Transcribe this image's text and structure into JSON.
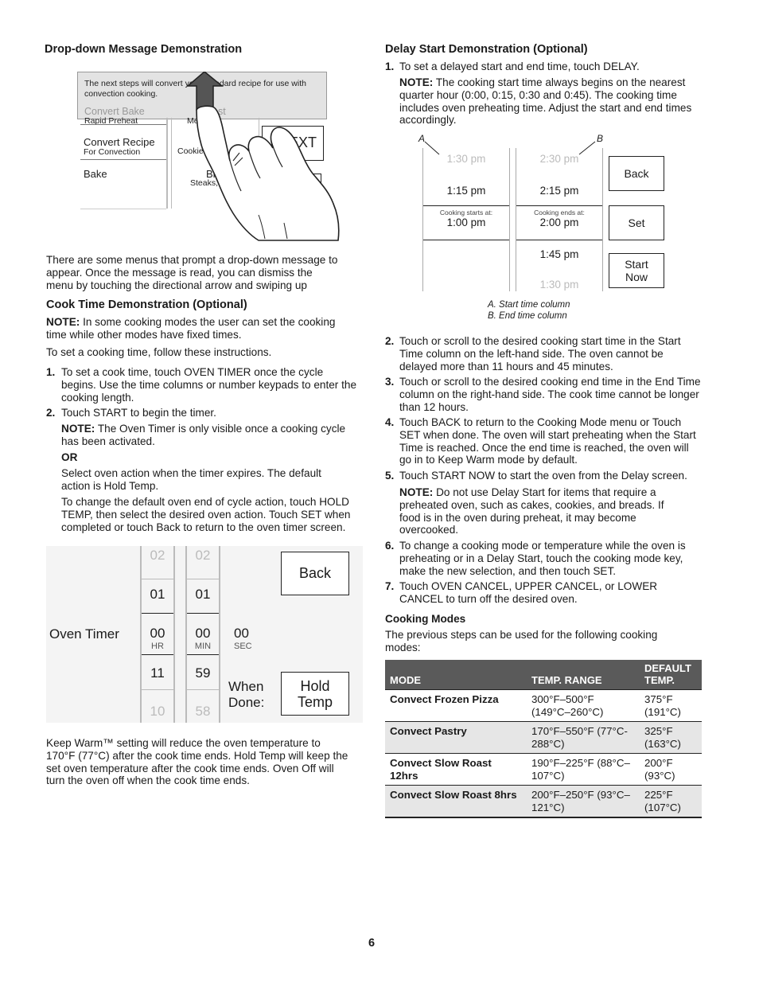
{
  "left": {
    "dropdown_heading": "Drop-down Message Demonstration",
    "fig1": {
      "msg": "The next steps will convert your standard recipe for use with convection cooking.",
      "convert_bake": "Convert Bake",
      "rapid_preheat": "Rapid Preheat",
      "roast": "ast",
      "meats_veggies": "Me       ggies",
      "convert_recipe": "Convert Recipe",
      "for_convection": "For Convection",
      "cookies": "Cookies,",
      "next": "EXT",
      "bake": "Bake",
      "broil": "Bro",
      "steaks": "Steaks,"
    },
    "dropdown_para": "There are some menus that prompt a drop-down message to appear. Once the message is read, you can dismiss the menu by touching the directional arrow and swiping up",
    "cooktime_heading": "Cook Time Demonstration (Optional)",
    "note_label": "NOTE:",
    "note1": " In some cooking modes the user can set the cooking time while other modes have fixed times.",
    "to_set": "To set a cooking time, follow these instructions.",
    "step1_num": "1.",
    "step1": "To set a cook time, touch OVEN TIMER once the cycle begins. Use the time columns or number keypads to enter the cooking length.",
    "step2_num": "2.",
    "step2": "Touch START to begin the timer.",
    "note2": " The Oven Timer is only visible once a cooking cycle has been activated.",
    "or": "OR",
    "select_action": "Select oven action when the timer expires. The default action is Hold Temp.",
    "change_action": "To change the default oven end of cycle action, touch HOLD TEMP, then select the desired oven action. Touch SET when completed or touch Back to return to the oven timer screen.",
    "timer": {
      "label": "Oven Timer",
      "hr": [
        "02",
        "01",
        "00",
        "11",
        "10"
      ],
      "min": [
        "02",
        "01",
        "00",
        "59",
        "58"
      ],
      "sec": "00",
      "hr_label": "HR",
      "min_label": "MIN",
      "sec_label": "SEC",
      "back": "Back",
      "when_done": "When Done:",
      "hold": "Hold",
      "temp": "Temp"
    },
    "keep_warm": "Keep Warm™ setting will reduce the oven temperature to 170°F (77°C) after the cook time ends. Hold Temp will keep the set oven temperature after the cook time ends. Oven Off will turn the oven off when the cook time ends."
  },
  "right": {
    "delay_heading": "Delay Start Demonstration (Optional)",
    "d1_num": "1.",
    "d1": "To set a delayed start and end time, touch DELAY.",
    "d1_note": " The cooking start time always begins on the nearest quarter hour (0:00, 0:15, 0:30 and 0:45). The cooking time includes oven preheating time. Adjust the start and end times accordingly.",
    "delay_fig": {
      "label_a": "A",
      "label_b": "B",
      "start_col": [
        "1:30 pm",
        "1:15 pm",
        "1:00 pm"
      ],
      "start_caption": "Cooking starts at:",
      "end_col": [
        "2:30 pm",
        "2:15 pm",
        "2:00 pm",
        "1:45 pm",
        "1:30 pm"
      ],
      "end_caption": "Cooking ends at:",
      "back": "Back",
      "set": "Set",
      "start_now_1": "Start",
      "start_now_2": "Now",
      "legend_a": "A. Start time column",
      "legend_b": "B. End time column"
    },
    "d2_num": "2.",
    "d2": "Touch or scroll to the desired cooking start time in the Start Time column on the left-hand side. The oven cannot be delayed more than 11 hours and 45 minutes.",
    "d3_num": "3.",
    "d3": "Touch or scroll to the desired cooking end time in the End Time column on the right-hand side. The cook time cannot be longer than 12 hours.",
    "d4_num": "4.",
    "d4": "Touch BACK to return to the Cooking Mode menu or Touch SET when done. The oven will start preheating when the Start Time is reached. Once the end time is reached, the oven will go in to Keep Warm mode by default.",
    "d5_num": "5.",
    "d5": "Touch START NOW to start the oven from the Delay screen.",
    "d5_note": " Do not use Delay Start for items that require a preheated oven, such as cakes, cookies, and breads. If food is in the oven during preheat, it may become overcooked.",
    "d6_num": "6.",
    "d6": "To change a cooking mode or temperature while the oven is preheating or in a Delay Start, touch the cooking mode key, make the new selection, and then touch SET.",
    "d7_num": "7.",
    "d7": "Touch OVEN CANCEL, UPPER CANCEL, or LOWER CANCEL to turn off the desired oven.",
    "modes_heading": "Cooking Modes",
    "modes_intro": "The previous steps can be used for the following cooking modes:",
    "table": {
      "headers": [
        "MODE",
        "TEMP.  RANGE",
        "DEFAULT TEMP."
      ],
      "rows": [
        [
          "Convect Frozen Pizza",
          "300°F–500°F (149°C–260°C)",
          "375°F (191°C)"
        ],
        [
          "Convect Pastry",
          "170°F–550°F (77°C-288°C)",
          "325°F (163°C)"
        ],
        [
          "Convect Slow Roast 12hrs",
          "190°F–225°F (88°C–107°C)",
          "200°F (93°C)"
        ],
        [
          "Convect Slow Roast 8hrs",
          "200°F–250°F (93°C–121°C)",
          "225°F (107°C)"
        ]
      ]
    }
  },
  "page_number": "6"
}
